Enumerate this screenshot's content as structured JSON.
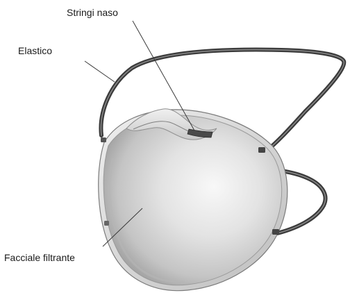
{
  "labels": {
    "nose_clip": "Stringi naso",
    "elastic": "Elastico",
    "filter_face": "Facciale filtrante"
  },
  "colors": {
    "background": "#ffffff",
    "mask_face": "#dcdcdc",
    "mask_highlight": "#f7f7f7",
    "mask_shadow": "#a9a9a9",
    "elastic_band": "#3a3a3a",
    "label_text": "#1a1a1a"
  },
  "icons": {
    "main_illustration": "respirator-mask"
  }
}
